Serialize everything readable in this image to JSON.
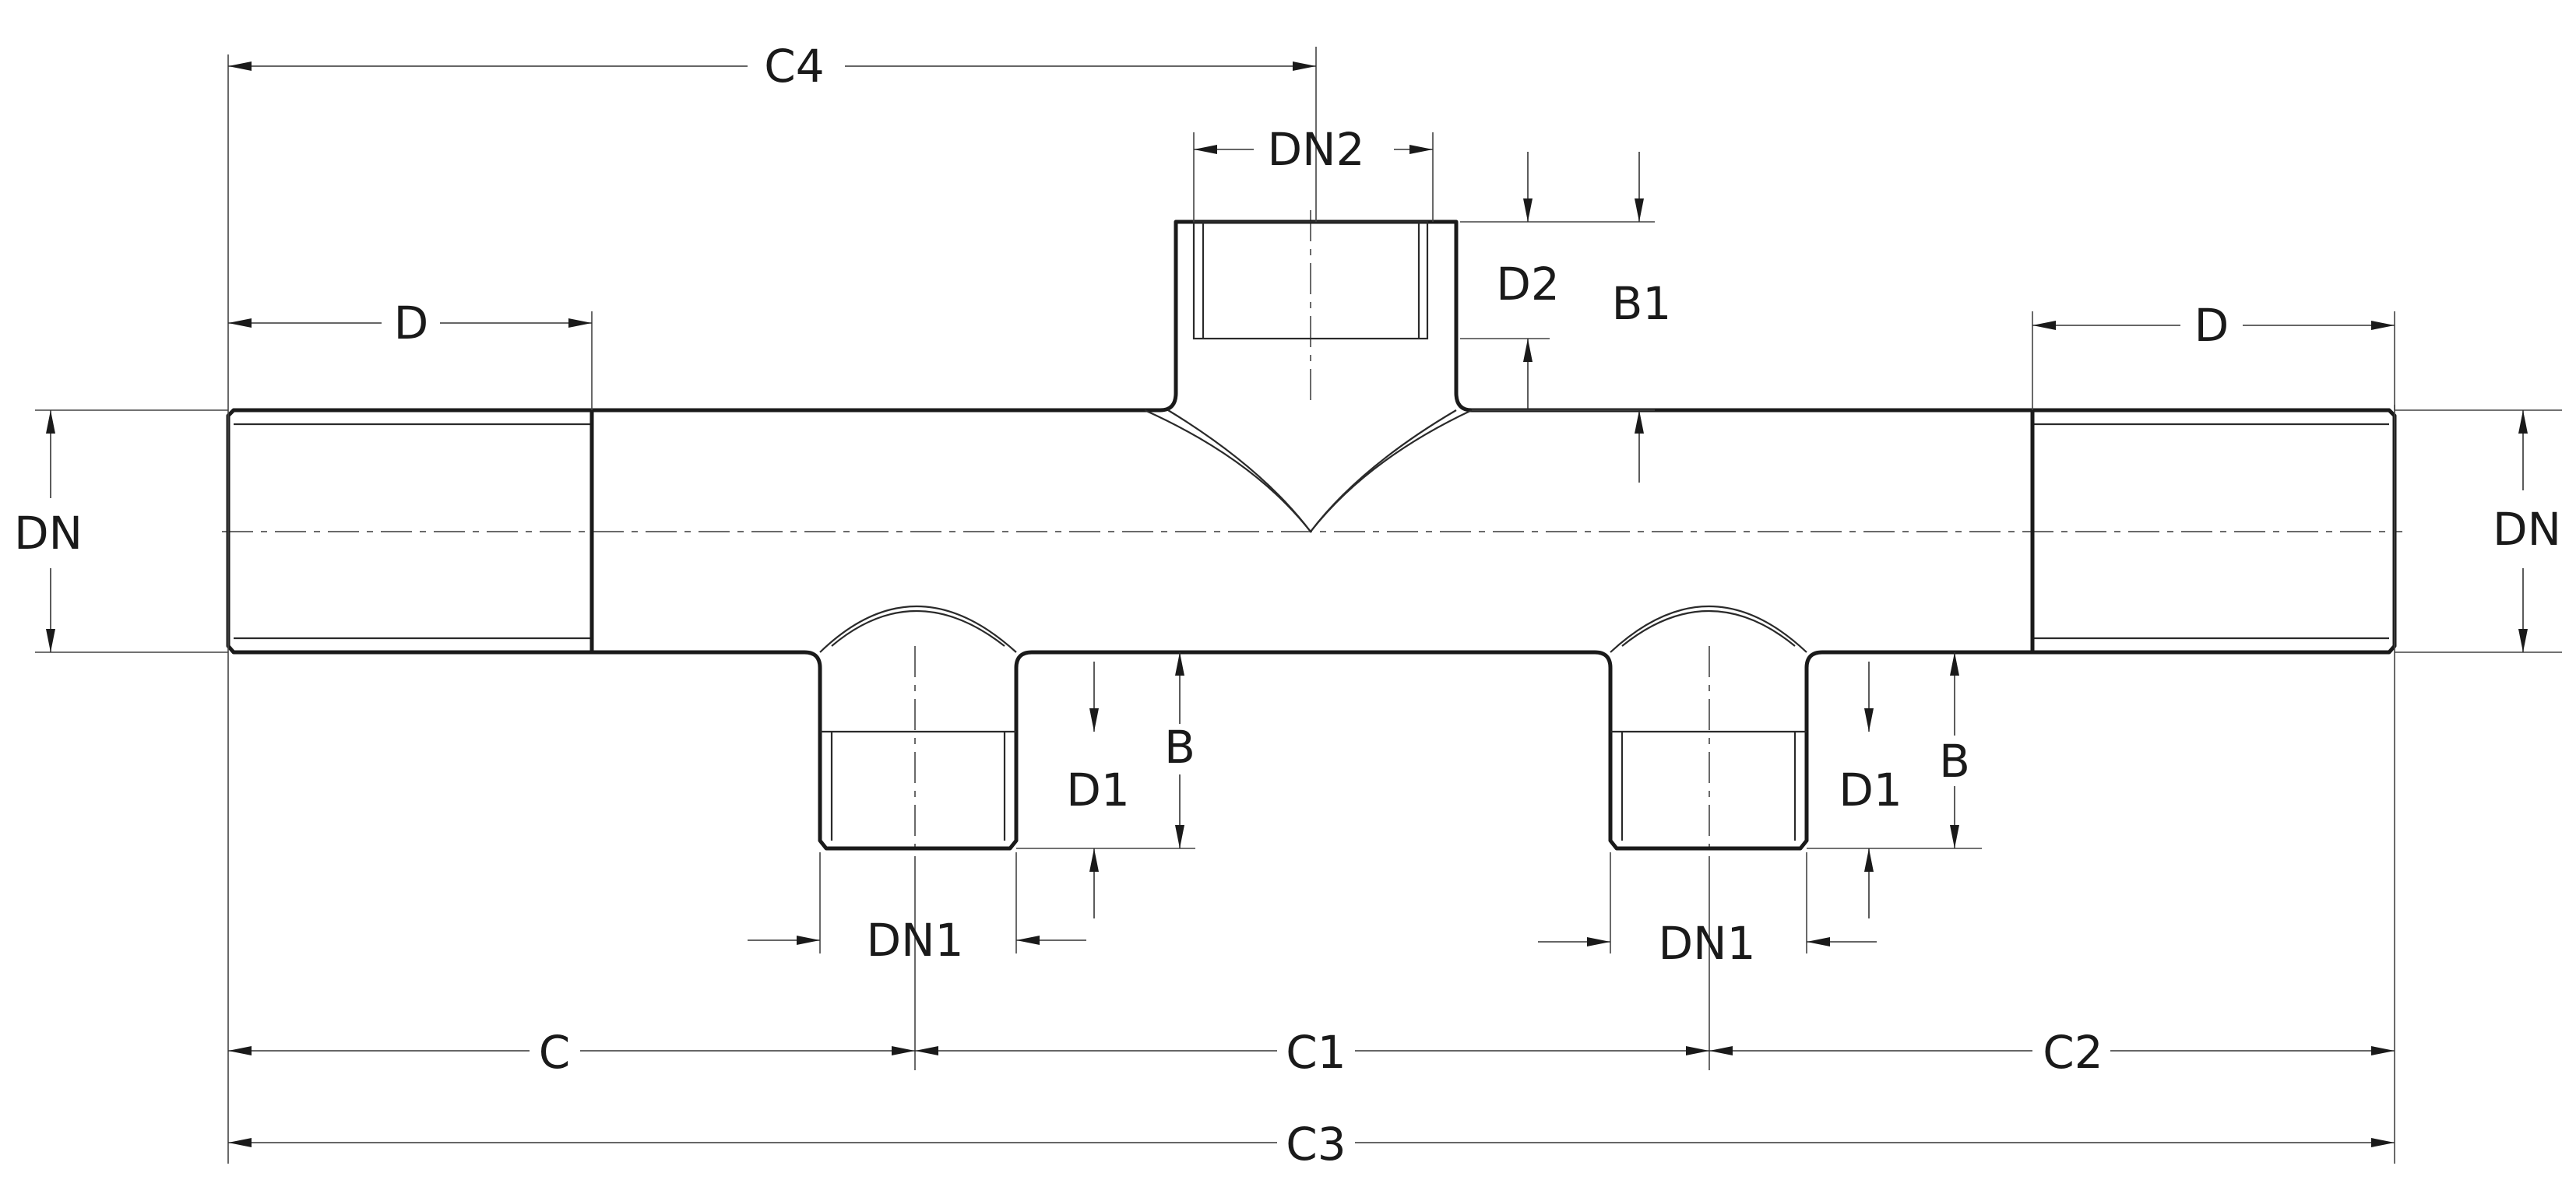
{
  "labels": {
    "C4": "C4",
    "DN2": "DN2",
    "D2": "D2",
    "B1": "B1",
    "D_left": "D",
    "D_right": "D",
    "DN_left": "DN",
    "DN_right": "DN",
    "B_left": "B",
    "B_right": "B",
    "D1_left": "D1",
    "D1_right": "D1",
    "DN1_left": "DN1",
    "DN1_right": "DN1",
    "C": "C",
    "C1": "C1",
    "C2": "C2",
    "C3": "C3"
  }
}
